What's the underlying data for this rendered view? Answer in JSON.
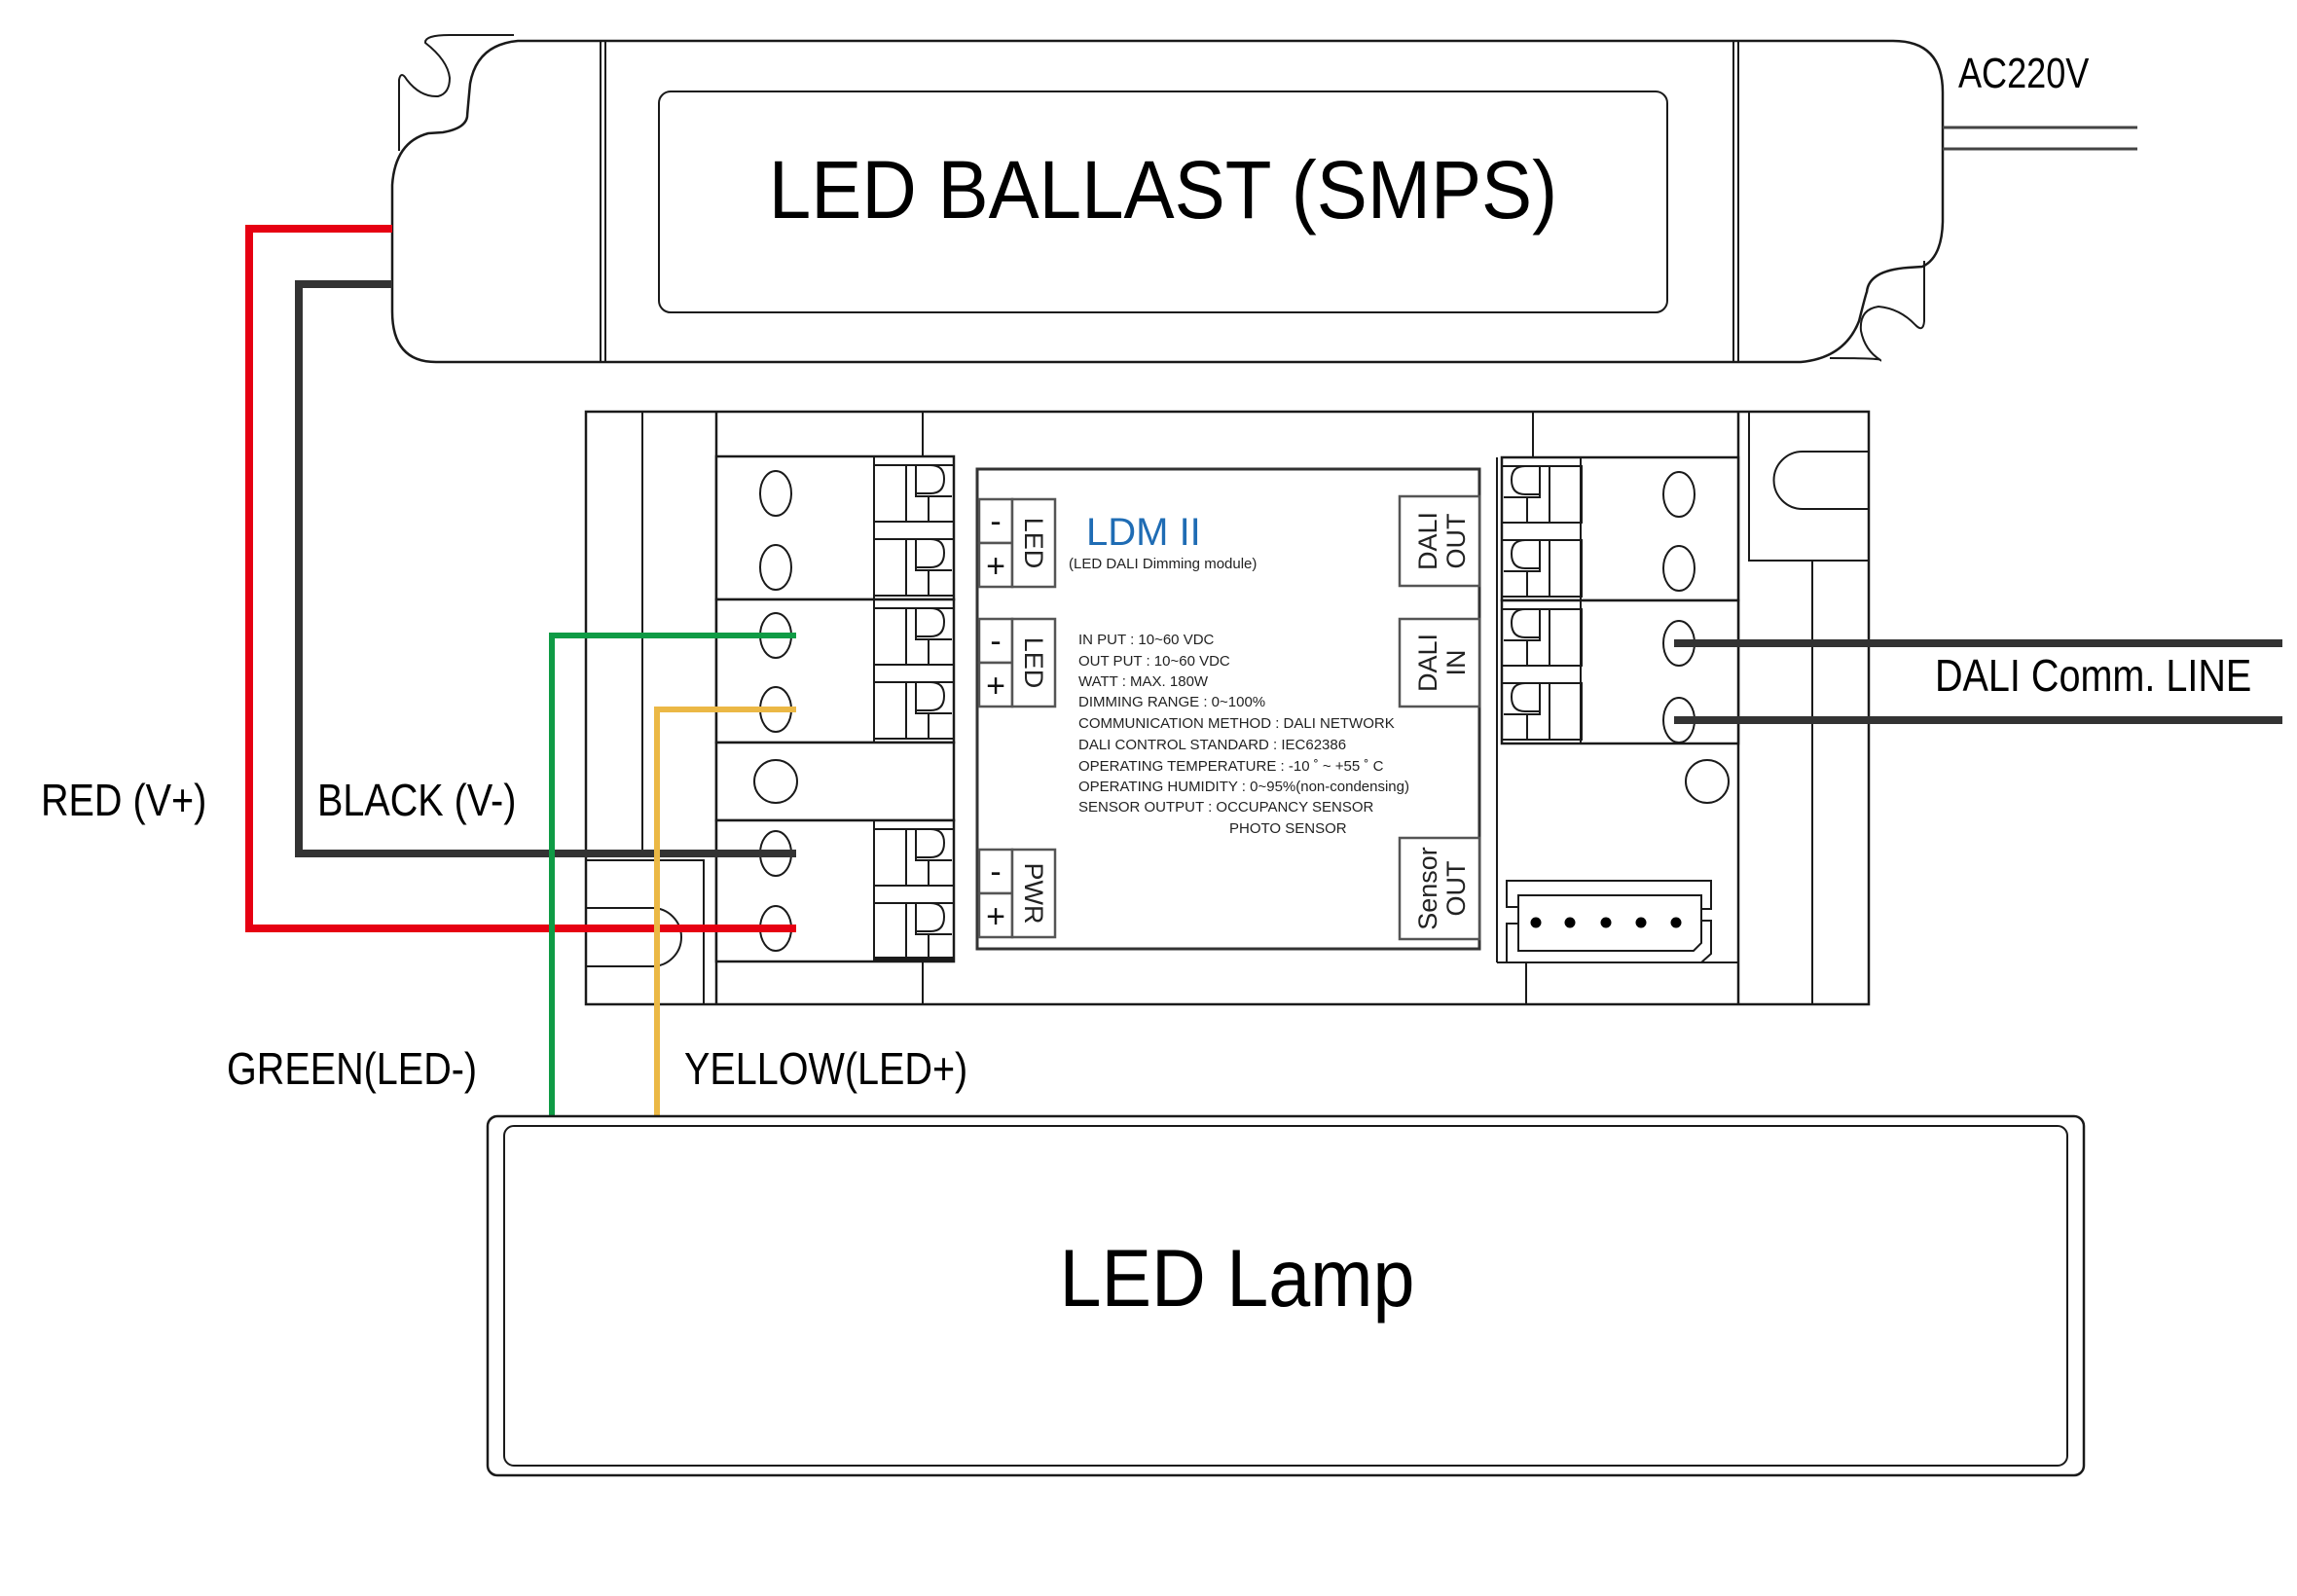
{
  "diagram": {
    "title": "LED DALI Dimming Module Wiring Diagram",
    "ballast": {
      "label": "LED BALLAST (SMPS)",
      "input_label": "AC220V"
    },
    "module": {
      "name": "LDM II",
      "subtitle": "(LED DALI Dimming module)",
      "ports_left": [
        {
          "label": "LED",
          "minus": "-",
          "plus": "+"
        },
        {
          "label": "LED",
          "minus": "-",
          "plus": "+"
        },
        {
          "label": "PWR",
          "minus": "-",
          "plus": "+"
        }
      ],
      "ports_right": [
        {
          "line1": "DALI",
          "line2": "OUT"
        },
        {
          "line1": "DALI",
          "line2": "IN"
        },
        {
          "line1": "Sensor",
          "line2": "OUT"
        }
      ],
      "specs": [
        "IN PUT      : 10~60 VDC",
        "OUT PUT  : 10~60 VDC",
        "WATT : MAX. 180W",
        "DIMMING RANGE : 0~100%",
        "COMMUNICATION METHOD : DALI NETWORK",
        "DALI CONTROL STANDARD : IEC62386",
        "OPERATING TEMPERATURE : -10 ˚ ~ +55 ˚ C",
        "OPERATING HUMIDITY : 0~95%(non-condensing)",
        "SENSOR OUTPUT : OCCUPANCY SENSOR",
        "PHOTO SENSOR"
      ],
      "brand_color": "#1f6cb4"
    },
    "lamp": {
      "label": "LED Lamp"
    },
    "wires": [
      {
        "name": "red",
        "label": "RED (V+)",
        "color": "#e60012"
      },
      {
        "name": "black",
        "label": "BLACK (V-)",
        "color": "#333333"
      },
      {
        "name": "green",
        "label": "GREEN(LED-)",
        "color": "#0f9b45"
      },
      {
        "name": "yellow",
        "label": "YELLOW(LED+)",
        "color": "#ebb845"
      },
      {
        "name": "dali",
        "label": "DALI Comm. LINE",
        "color": "#333333"
      }
    ]
  }
}
